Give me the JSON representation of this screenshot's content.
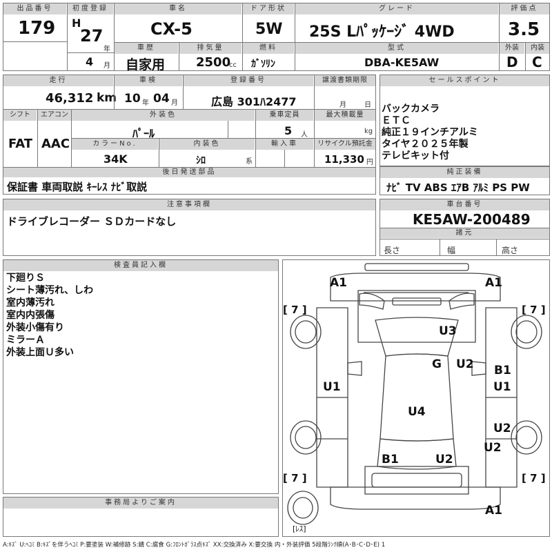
{
  "header": {
    "lot_no_label": "出品番号",
    "lot_no": "179",
    "first_reg_label": "初度登録",
    "era_mark": "H",
    "year": "27",
    "year_unit": "年",
    "month": "4",
    "month_unit": "月",
    "car_name_label": "車名",
    "car_name": "CX-5",
    "door_label": "ドア形状",
    "door": "5W",
    "grade_label": "グレード",
    "grade": "25S Lﾊﾟｯｹｰｼﾞ 4WD",
    "score_label": "評価点",
    "score": "3.5",
    "history_label": "車歴",
    "history": "自家用",
    "displacement_label": "排気量",
    "displacement": "2500",
    "displacement_unit": "cc",
    "fuel_label": "燃料",
    "fuel": "ｶﾞｿﾘﾝ",
    "model_label": "型式",
    "model": "DBA-KE5AW",
    "exterior_label": "外装",
    "exterior_grade": "D",
    "interior_label": "内装",
    "interior_grade": "C"
  },
  "details": {
    "mileage_label": "走行",
    "mileage": "46,312",
    "mileage_unit": "km",
    "inspection_label": "車検",
    "insp_year": "10",
    "insp_year_unit": "年",
    "insp_month": "04",
    "insp_month_unit": "月",
    "reg_no_label": "登録番号",
    "reg_no": "広島 301ﾊ2477",
    "transfer_label": "譲渡書類期限",
    "transfer_month": "月",
    "transfer_day": "日",
    "shift_label": "シフト",
    "shift": "FAT",
    "ac_label": "エアコン",
    "ac": "AAC",
    "color_label": "外装色",
    "color": "ﾊﾟｰﾙ",
    "capacity_label": "乗車定員",
    "capacity": "5",
    "capacity_unit": "人",
    "load_label": "最大積載量",
    "load_unit": "kg",
    "color_no_label": "カラーNo.",
    "color_no": "34K",
    "interior_color_label": "内装色",
    "interior_color": "ｼﾛ",
    "interior_color_unit": "系",
    "import_label": "輸入車",
    "recycle_label": "リサイクル預託金",
    "recycle": "11,330",
    "recycle_unit": "円",
    "later_label": "後日発送部品",
    "later_items": "保証書 車両取説 ｷｰﾚｽ ﾅﾋﾞ取説"
  },
  "sales": {
    "label": "セールスポイント",
    "lines": [
      "バックカメラ",
      "ＥＴＣ",
      "純正１９インチアルミ",
      "タイヤ２０２５年製",
      "テレビキット付"
    ]
  },
  "equipment": {
    "label": "純正装備",
    "items": "ﾅﾋﾞ TV ABS ｴｱB ｱﾙﾐ PS PW"
  },
  "notes": {
    "label": "注意事項欄",
    "text": "ドライブレコーダー ＳＤカードなし"
  },
  "chassis": {
    "label": "車台番号",
    "number": "KE5AW-200489",
    "spec_label": "諸元",
    "length_label": "長さ",
    "width_label": "幅",
    "height_label": "高さ"
  },
  "inspector": {
    "label": "検査員記入欄",
    "lines": [
      "下廻りＳ",
      "シート薄汚れ、しわ",
      "室内薄汚れ",
      "室内内張傷",
      "外装小傷有り",
      "ミラーＡ",
      "外装上面Ｕ多い"
    ]
  },
  "office": {
    "label": "事務局よりご案内"
  },
  "diagram": {
    "marks": {
      "a1_fl": "A1",
      "a1_fr": "A1",
      "u3": "U3",
      "g": "G",
      "u2_roof": "U2",
      "b1_r": "B1",
      "u1_l": "U1",
      "u1_r": "U1",
      "u4": "U4",
      "u2_r": "U2",
      "u2_rr": "U2",
      "b1_rear": "B1",
      "u2_rear": "U2",
      "a1_rear": "A1",
      "tire_fl": "[ 7 ]",
      "tire_fr": "[ 7 ]",
      "tire_rl": "[ 7 ]",
      "tire_rr": "[ 7 ]",
      "spare": "[ﾚｽ]"
    }
  },
  "legend": "A:ｷｽﾞ U:ﾍｺﾐ B:ｷｽﾞを伴うﾍｺﾐ P:要塗装 W:補修跡 S:錆 C:腐食 G:ﾌﾛﾝﾄｶﾞﾗｽ点ｷｽﾞ XX:交換済み X:要交換 内・外装評価 5段階ﾗﾝｸ順(A･B･C･D･E) 1"
}
